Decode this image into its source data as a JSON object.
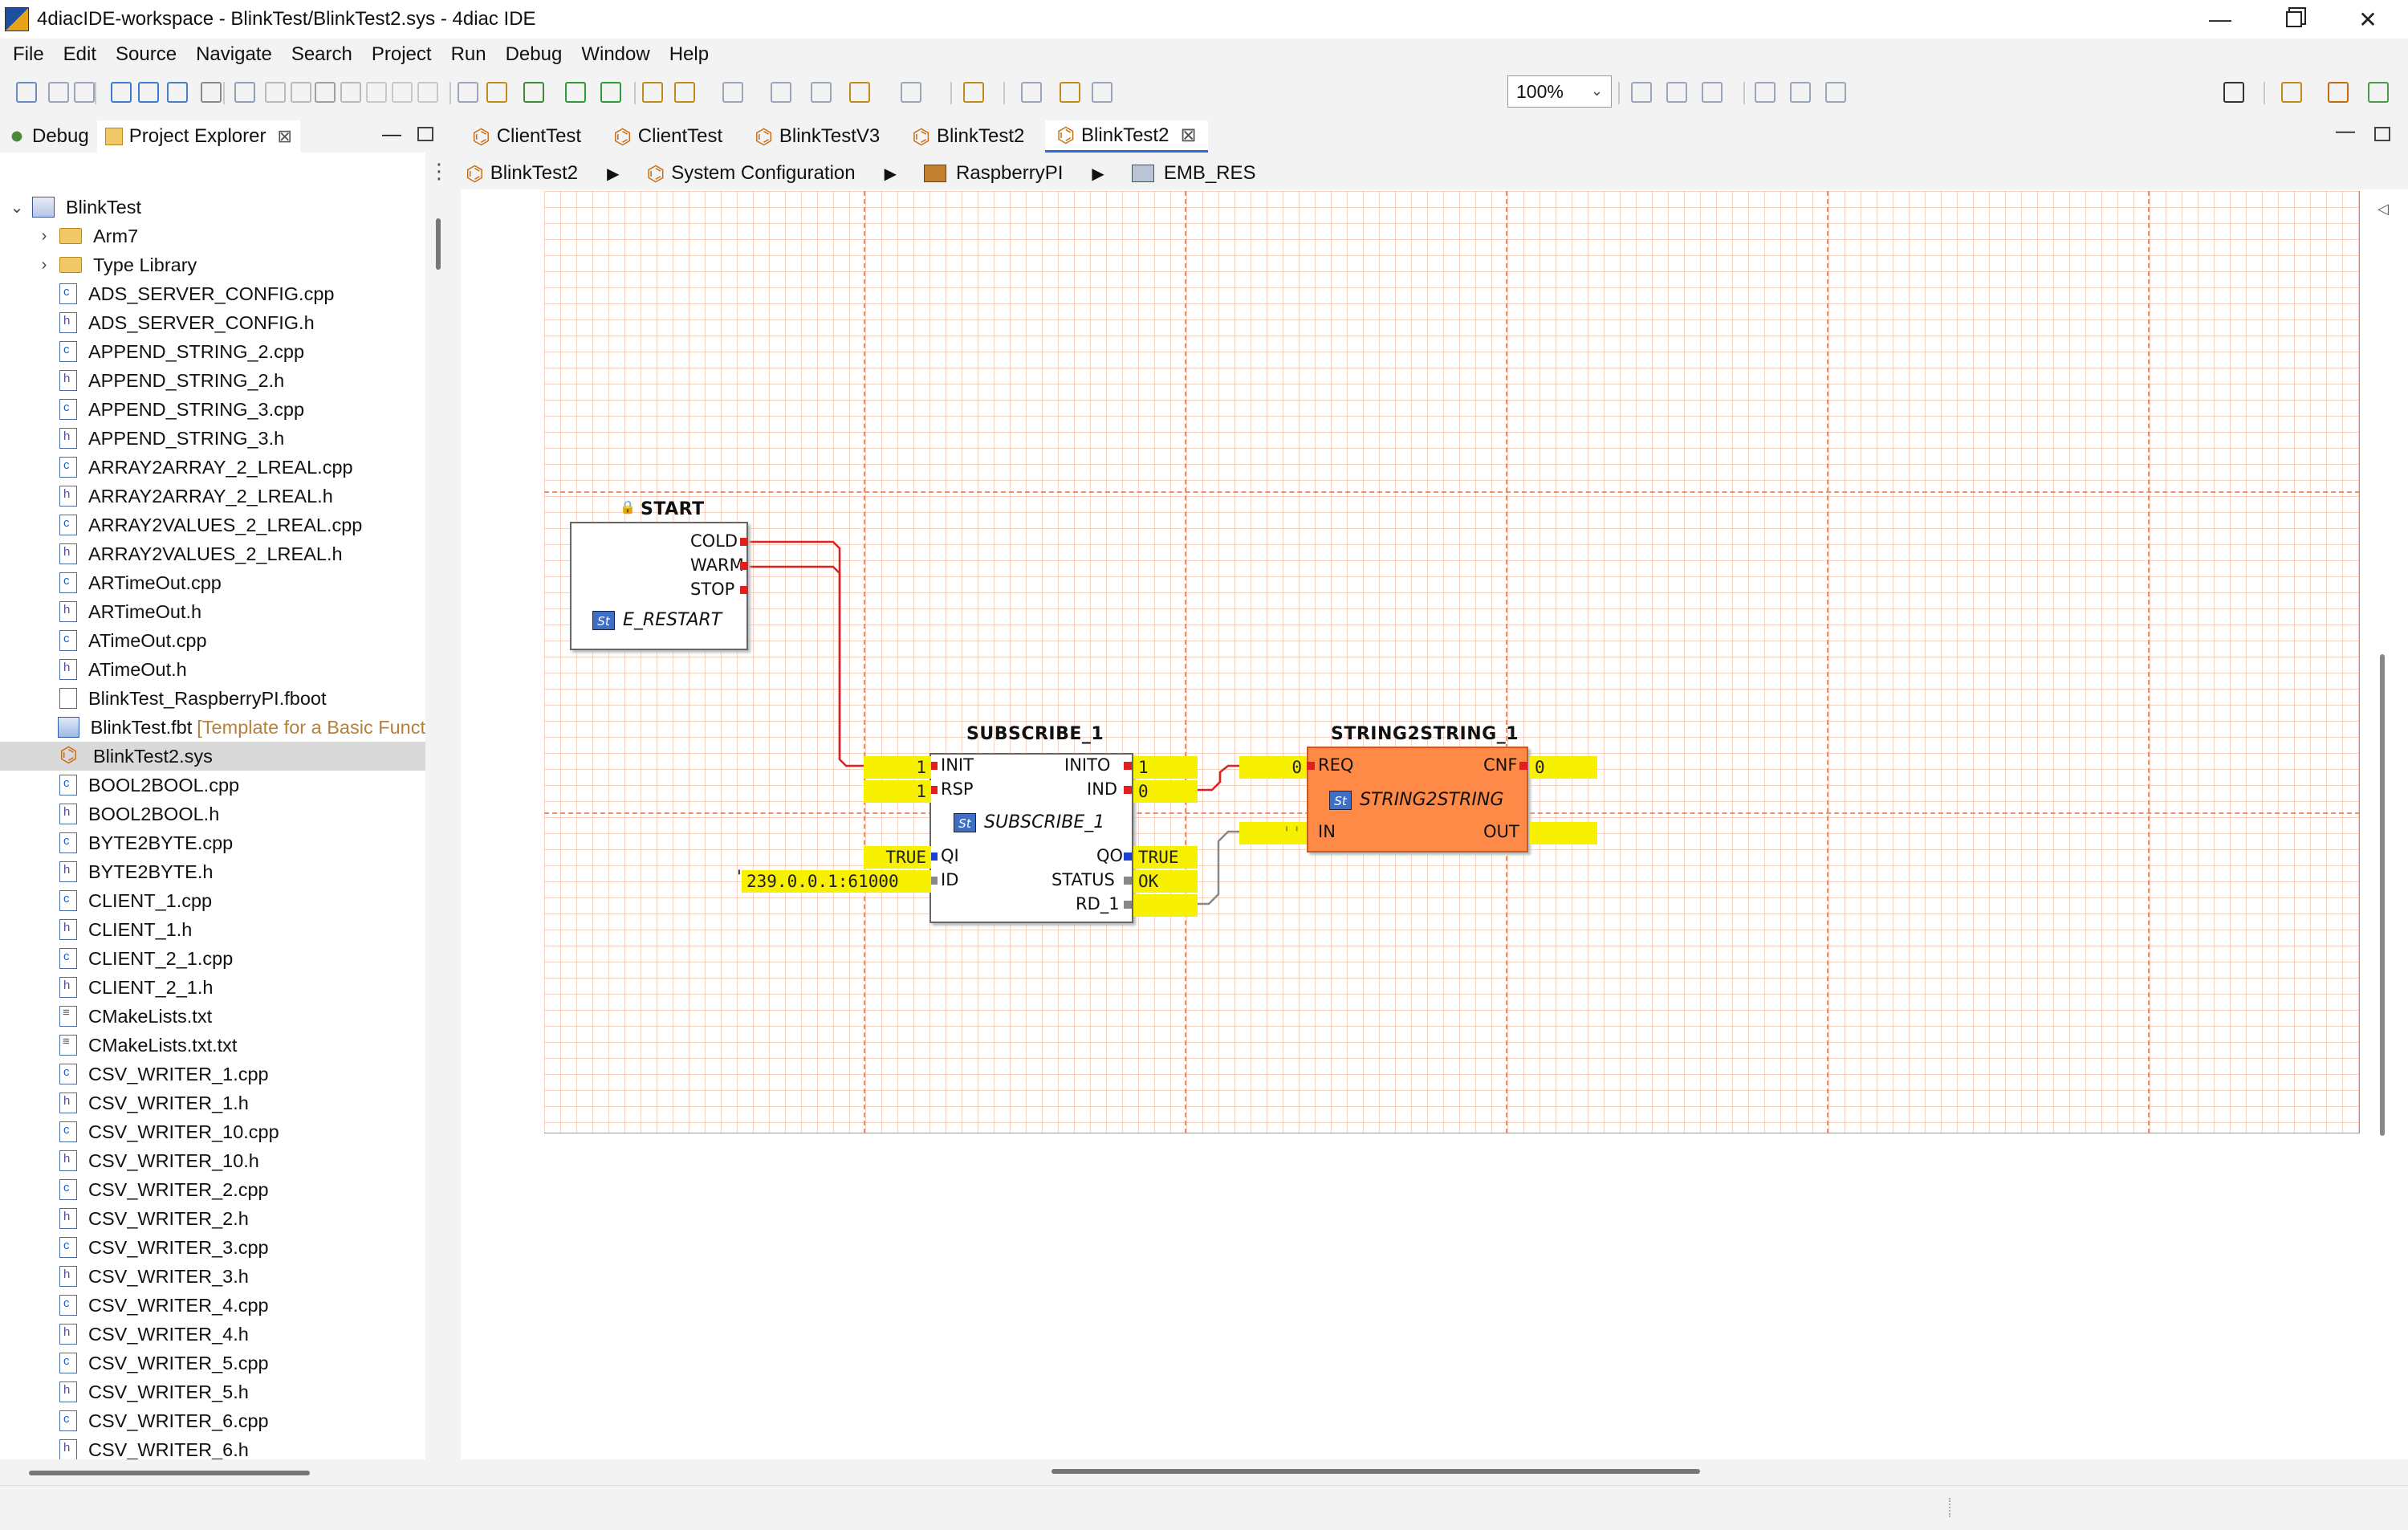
{
  "window": {
    "title": "4diacIDE-workspace - BlinkTest/BlinkTest2.sys - 4diac IDE",
    "minimize": "—",
    "maximize": "",
    "close": "✕"
  },
  "menu": [
    "File",
    "Edit",
    "Source",
    "Navigate",
    "Search",
    "Project",
    "Run",
    "Debug",
    "Window",
    "Help"
  ],
  "toolbar": {
    "zoom": "100%"
  },
  "left_pane": {
    "tabs": [
      {
        "label": "Debug",
        "icon": "debug-icon"
      },
      {
        "label": "Project Explorer",
        "icon": "project-explorer-icon",
        "close": "⊠"
      }
    ],
    "tree": [
      {
        "label": "BlinkTest",
        "type": "proj",
        "twisty": "⌄",
        "indent": 0
      },
      {
        "label": "Arm7",
        "type": "folder",
        "twisty": "›",
        "indent": 1
      },
      {
        "label": "Type Library",
        "type": "folder",
        "twisty": "›",
        "indent": 1
      },
      {
        "label": "ADS_SERVER_CONFIG.cpp",
        "type": "cpp",
        "indent": 1
      },
      {
        "label": "ADS_SERVER_CONFIG.h",
        "type": "h",
        "indent": 1
      },
      {
        "label": "APPEND_STRING_2.cpp",
        "type": "cpp",
        "indent": 1
      },
      {
        "label": "APPEND_STRING_2.h",
        "type": "h",
        "indent": 1
      },
      {
        "label": "APPEND_STRING_3.cpp",
        "type": "cpp",
        "indent": 1
      },
      {
        "label": "APPEND_STRING_3.h",
        "type": "h",
        "indent": 1
      },
      {
        "label": "ARRAY2ARRAY_2_LREAL.cpp",
        "type": "cpp",
        "indent": 1
      },
      {
        "label": "ARRAY2ARRAY_2_LREAL.h",
        "type": "h",
        "indent": 1
      },
      {
        "label": "ARRAY2VALUES_2_LREAL.cpp",
        "type": "cpp",
        "indent": 1
      },
      {
        "label": "ARRAY2VALUES_2_LREAL.h",
        "type": "h",
        "indent": 1
      },
      {
        "label": "ARTimeOut.cpp",
        "type": "cpp",
        "indent": 1
      },
      {
        "label": "ARTimeOut.h",
        "type": "h",
        "indent": 1
      },
      {
        "label": "ATimeOut.cpp",
        "type": "cpp",
        "indent": 1
      },
      {
        "label": "ATimeOut.h",
        "type": "h",
        "indent": 1
      },
      {
        "label": "BlinkTest_RaspberryPI.fboot",
        "type": "fboot",
        "indent": 1
      },
      {
        "label": "BlinkTest.fbt",
        "type": "fbt",
        "indent": 1,
        "desc": "[Template for a Basic Funct"
      },
      {
        "label": "BlinkTest2.sys",
        "type": "sys",
        "indent": 1,
        "selected": true
      },
      {
        "label": "BOOL2BOOL.cpp",
        "type": "cpp",
        "indent": 1
      },
      {
        "label": "BOOL2BOOL.h",
        "type": "h",
        "indent": 1
      },
      {
        "label": "BYTE2BYTE.cpp",
        "type": "cpp",
        "indent": 1
      },
      {
        "label": "BYTE2BYTE.h",
        "type": "h",
        "indent": 1
      },
      {
        "label": "CLIENT_1.cpp",
        "type": "cpp",
        "indent": 1
      },
      {
        "label": "CLIENT_1.h",
        "type": "h",
        "indent": 1
      },
      {
        "label": "CLIENT_2_1.cpp",
        "type": "cpp",
        "indent": 1
      },
      {
        "label": "CLIENT_2_1.h",
        "type": "h",
        "indent": 1
      },
      {
        "label": "CMakeLists.txt",
        "type": "txt",
        "indent": 1
      },
      {
        "label": "CMakeLists.txt.txt",
        "type": "txt",
        "indent": 1
      },
      {
        "label": "CSV_WRITER_1.cpp",
        "type": "cpp",
        "indent": 1
      },
      {
        "label": "CSV_WRITER_1.h",
        "type": "h",
        "indent": 1
      },
      {
        "label": "CSV_WRITER_10.cpp",
        "type": "cpp",
        "indent": 1
      },
      {
        "label": "CSV_WRITER_10.h",
        "type": "h",
        "indent": 1
      },
      {
        "label": "CSV_WRITER_2.cpp",
        "type": "cpp",
        "indent": 1
      },
      {
        "label": "CSV_WRITER_2.h",
        "type": "h",
        "indent": 1
      },
      {
        "label": "CSV_WRITER_3.cpp",
        "type": "cpp",
        "indent": 1
      },
      {
        "label": "CSV_WRITER_3.h",
        "type": "h",
        "indent": 1
      },
      {
        "label": "CSV_WRITER_4.cpp",
        "type": "cpp",
        "indent": 1
      },
      {
        "label": "CSV_WRITER_4.h",
        "type": "h",
        "indent": 1
      },
      {
        "label": "CSV_WRITER_5.cpp",
        "type": "cpp",
        "indent": 1
      },
      {
        "label": "CSV_WRITER_5.h",
        "type": "h",
        "indent": 1
      },
      {
        "label": "CSV_WRITER_6.cpp",
        "type": "cpp",
        "indent": 1
      },
      {
        "label": "CSV_WRITER_6.h",
        "type": "h",
        "indent": 1
      }
    ]
  },
  "editor": {
    "tabs": [
      {
        "label": "ClientTest"
      },
      {
        "label": "ClientTest"
      },
      {
        "label": "BlinkTestV3"
      },
      {
        "label": "BlinkTest2"
      },
      {
        "label": "BlinkTest2",
        "active": true,
        "close": "⊠"
      }
    ],
    "breadcrumb": [
      "BlinkTest2",
      "System Configuration",
      "RaspberryPI",
      "EMB_RES"
    ],
    "breadcrumb_sep": "▶"
  },
  "diagram": {
    "start_block": {
      "name": "START",
      "lock_icon": "🔒",
      "type": "E_RESTART",
      "type_badge": "St",
      "outputs": [
        "COLD",
        "WARM",
        "STOP"
      ]
    },
    "subscribe_block": {
      "name": "SUBSCRIBE_1",
      "type": "SUBSCRIBE_1",
      "type_badge": "St",
      "event_inputs": [
        "INIT",
        "RSP"
      ],
      "event_outputs": [
        "INITO",
        "IND"
      ],
      "data_inputs": [
        "QI",
        "ID"
      ],
      "data_outputs": [
        "QO",
        "STATUS",
        "RD_1"
      ]
    },
    "string_block": {
      "name": "STRING2STRING_1",
      "type": "STRING2STRING",
      "type_badge": "St",
      "event_inputs": [
        "REQ"
      ],
      "event_outputs": [
        "CNF"
      ],
      "data_inputs": [
        "IN"
      ],
      "data_outputs": [
        "OUT"
      ]
    },
    "watches": {
      "init_count": "1",
      "rsp_count": "1",
      "qi_value": "TRUE",
      "id_value": "239.0.0.1:61000",
      "id_quote": "'",
      "inito_count": "1",
      "ind_count": "0",
      "qo_value": "TRUE",
      "status_value": "OK",
      "req_count": "0",
      "cnf_count": "0",
      "in_value": "''"
    }
  }
}
